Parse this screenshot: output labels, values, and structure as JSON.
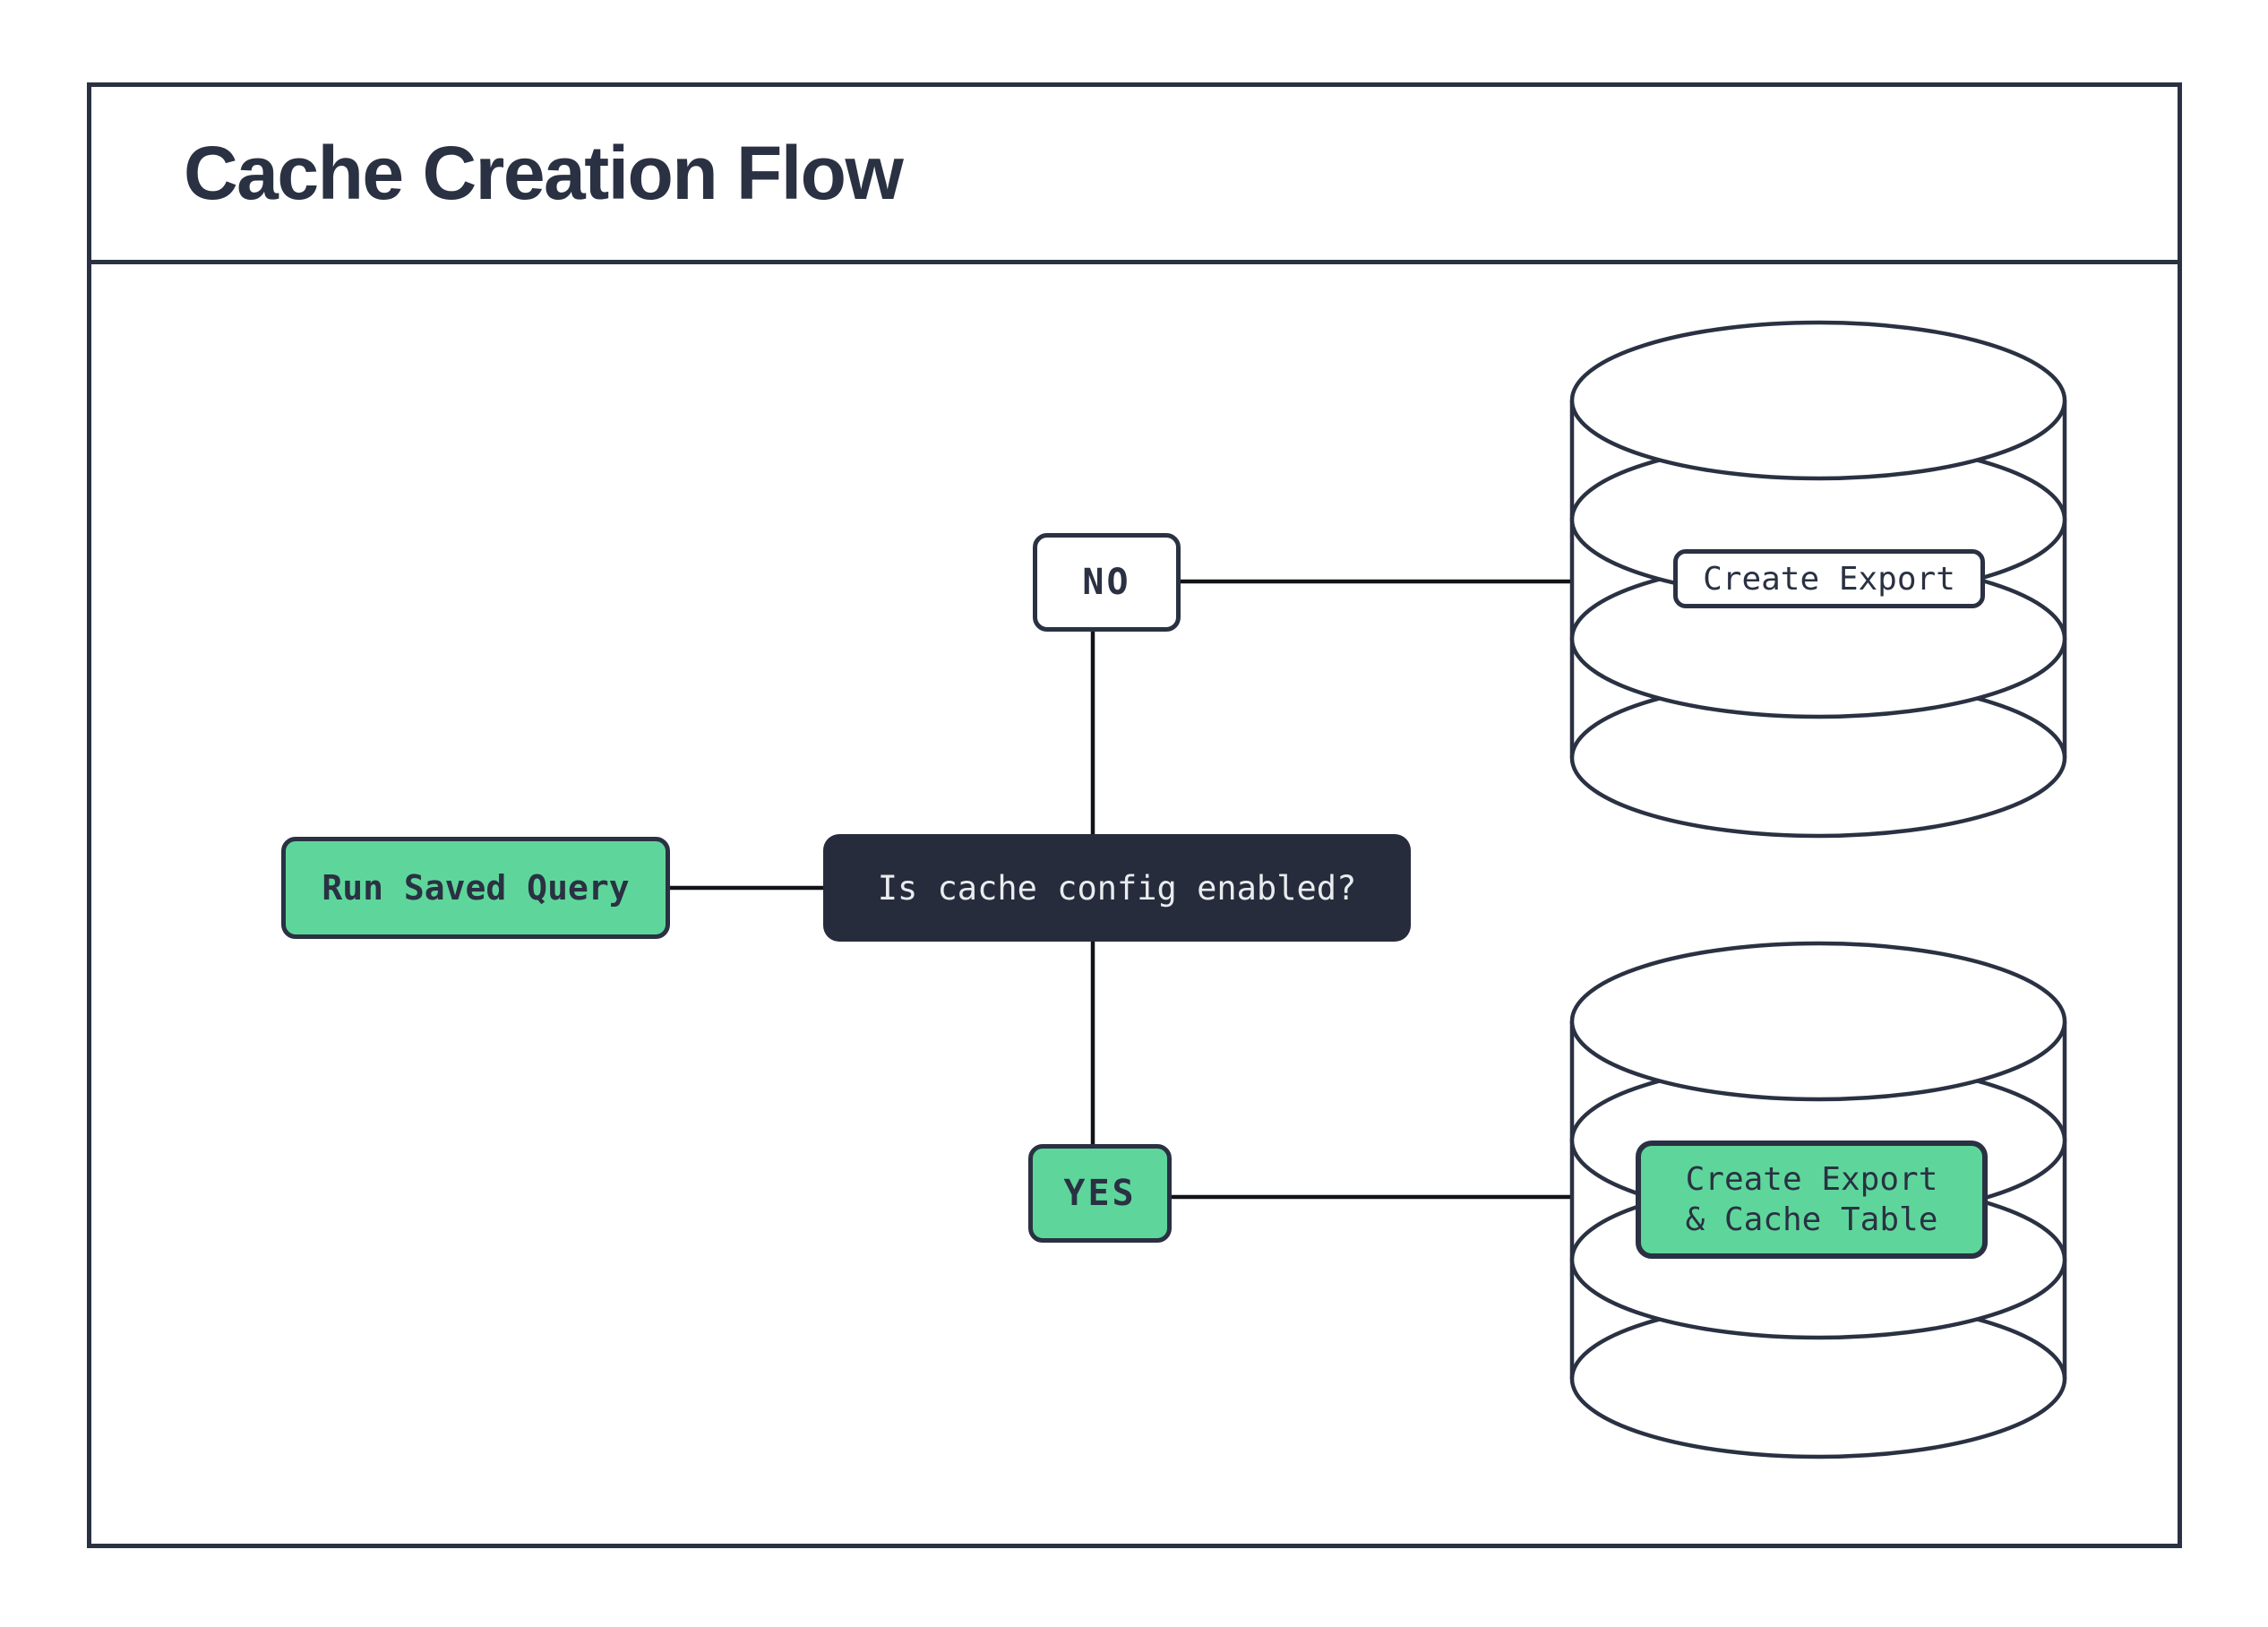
{
  "header": {
    "title": "Cache Creation Flow"
  },
  "flow": {
    "start": {
      "label": "Run Saved Query"
    },
    "decision": {
      "label": "Is cache config enabled?"
    },
    "branch_no": {
      "label": "NO",
      "target": {
        "label": "Create Export",
        "icon": "database-cylinder-icon"
      }
    },
    "branch_yes": {
      "label": "YES",
      "target": {
        "line1": "Create Export",
        "line2": "& Cache Table",
        "icon": "database-cylinder-icon"
      }
    },
    "edges": [
      {
        "from": "start",
        "to": "decision"
      },
      {
        "from": "decision",
        "to": "branch_no"
      },
      {
        "from": "decision",
        "to": "branch_yes"
      },
      {
        "from": "branch_no",
        "to": "create-export-database"
      },
      {
        "from": "branch_yes",
        "to": "create-export-cache-database"
      }
    ]
  },
  "colors": {
    "ink": "#2a3142",
    "green": "#5ed69b",
    "decision_bg": "#262c3b",
    "decision_text": "#e9ebee",
    "connector": "#111318",
    "background": "#ffffff"
  }
}
